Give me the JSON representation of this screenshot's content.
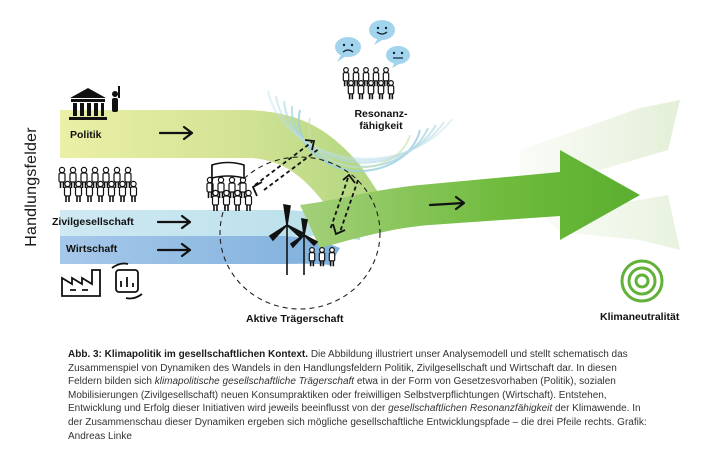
{
  "diagram": {
    "axis_label": "Handlungsfelder",
    "fields": [
      "Politik",
      "Zivilgesellschaft",
      "Wirtschaft"
    ],
    "center_label": "Aktive Trägerschaft",
    "resonance_label_line1": "Resonanz-",
    "resonance_label_line2": "fähigkeit",
    "goal_label": "Klimaneutralität",
    "colors": {
      "politik_band": "#dbe58f",
      "zivil_band": "#bfe3f0",
      "wirtschaft_band": "#8fb8e0",
      "green_arrow": "#7cc243",
      "light_green": "#d9ecc6",
      "speech_bubble": "#9fd3ee"
    }
  },
  "caption": {
    "fig_label": "Abb. 3: Klimapolitik im gesellschaftlichen Kontext.",
    "t1": " Die Abbildung illustriert unser Analysemodell und stellt schematisch das Zusammenspiel von Dynamiken des Wandels in den Handlungsfeldern Politik, Zivilgesellschaft und Wirtschaft dar. In diesen Feldern bilden sich ",
    "i1": "klimapolitische gesellschaftliche Trägerschaft",
    "t2": " etwa in der Form von Gesetzesvorhaben (Politik), sozialen Mobilisierungen (Zivilgesellschaft) neuen Konsumpraktiken oder freiwilligen Selbstverpflichtungen (Wirtschaft). Entstehen, Entwicklung und Erfolg dieser Initiativen wird jeweils beeinflusst von der ",
    "i2": "gesellschaftlichen Resonanzfähigkeit",
    "t3": " der Klimawende. In der Zusammenschau dieser Dynamiken ergeben sich mögliche gesellschaftliche Entwicklungspfade – die drei Pfeile rechts. Grafik: Andreas Linke"
  }
}
